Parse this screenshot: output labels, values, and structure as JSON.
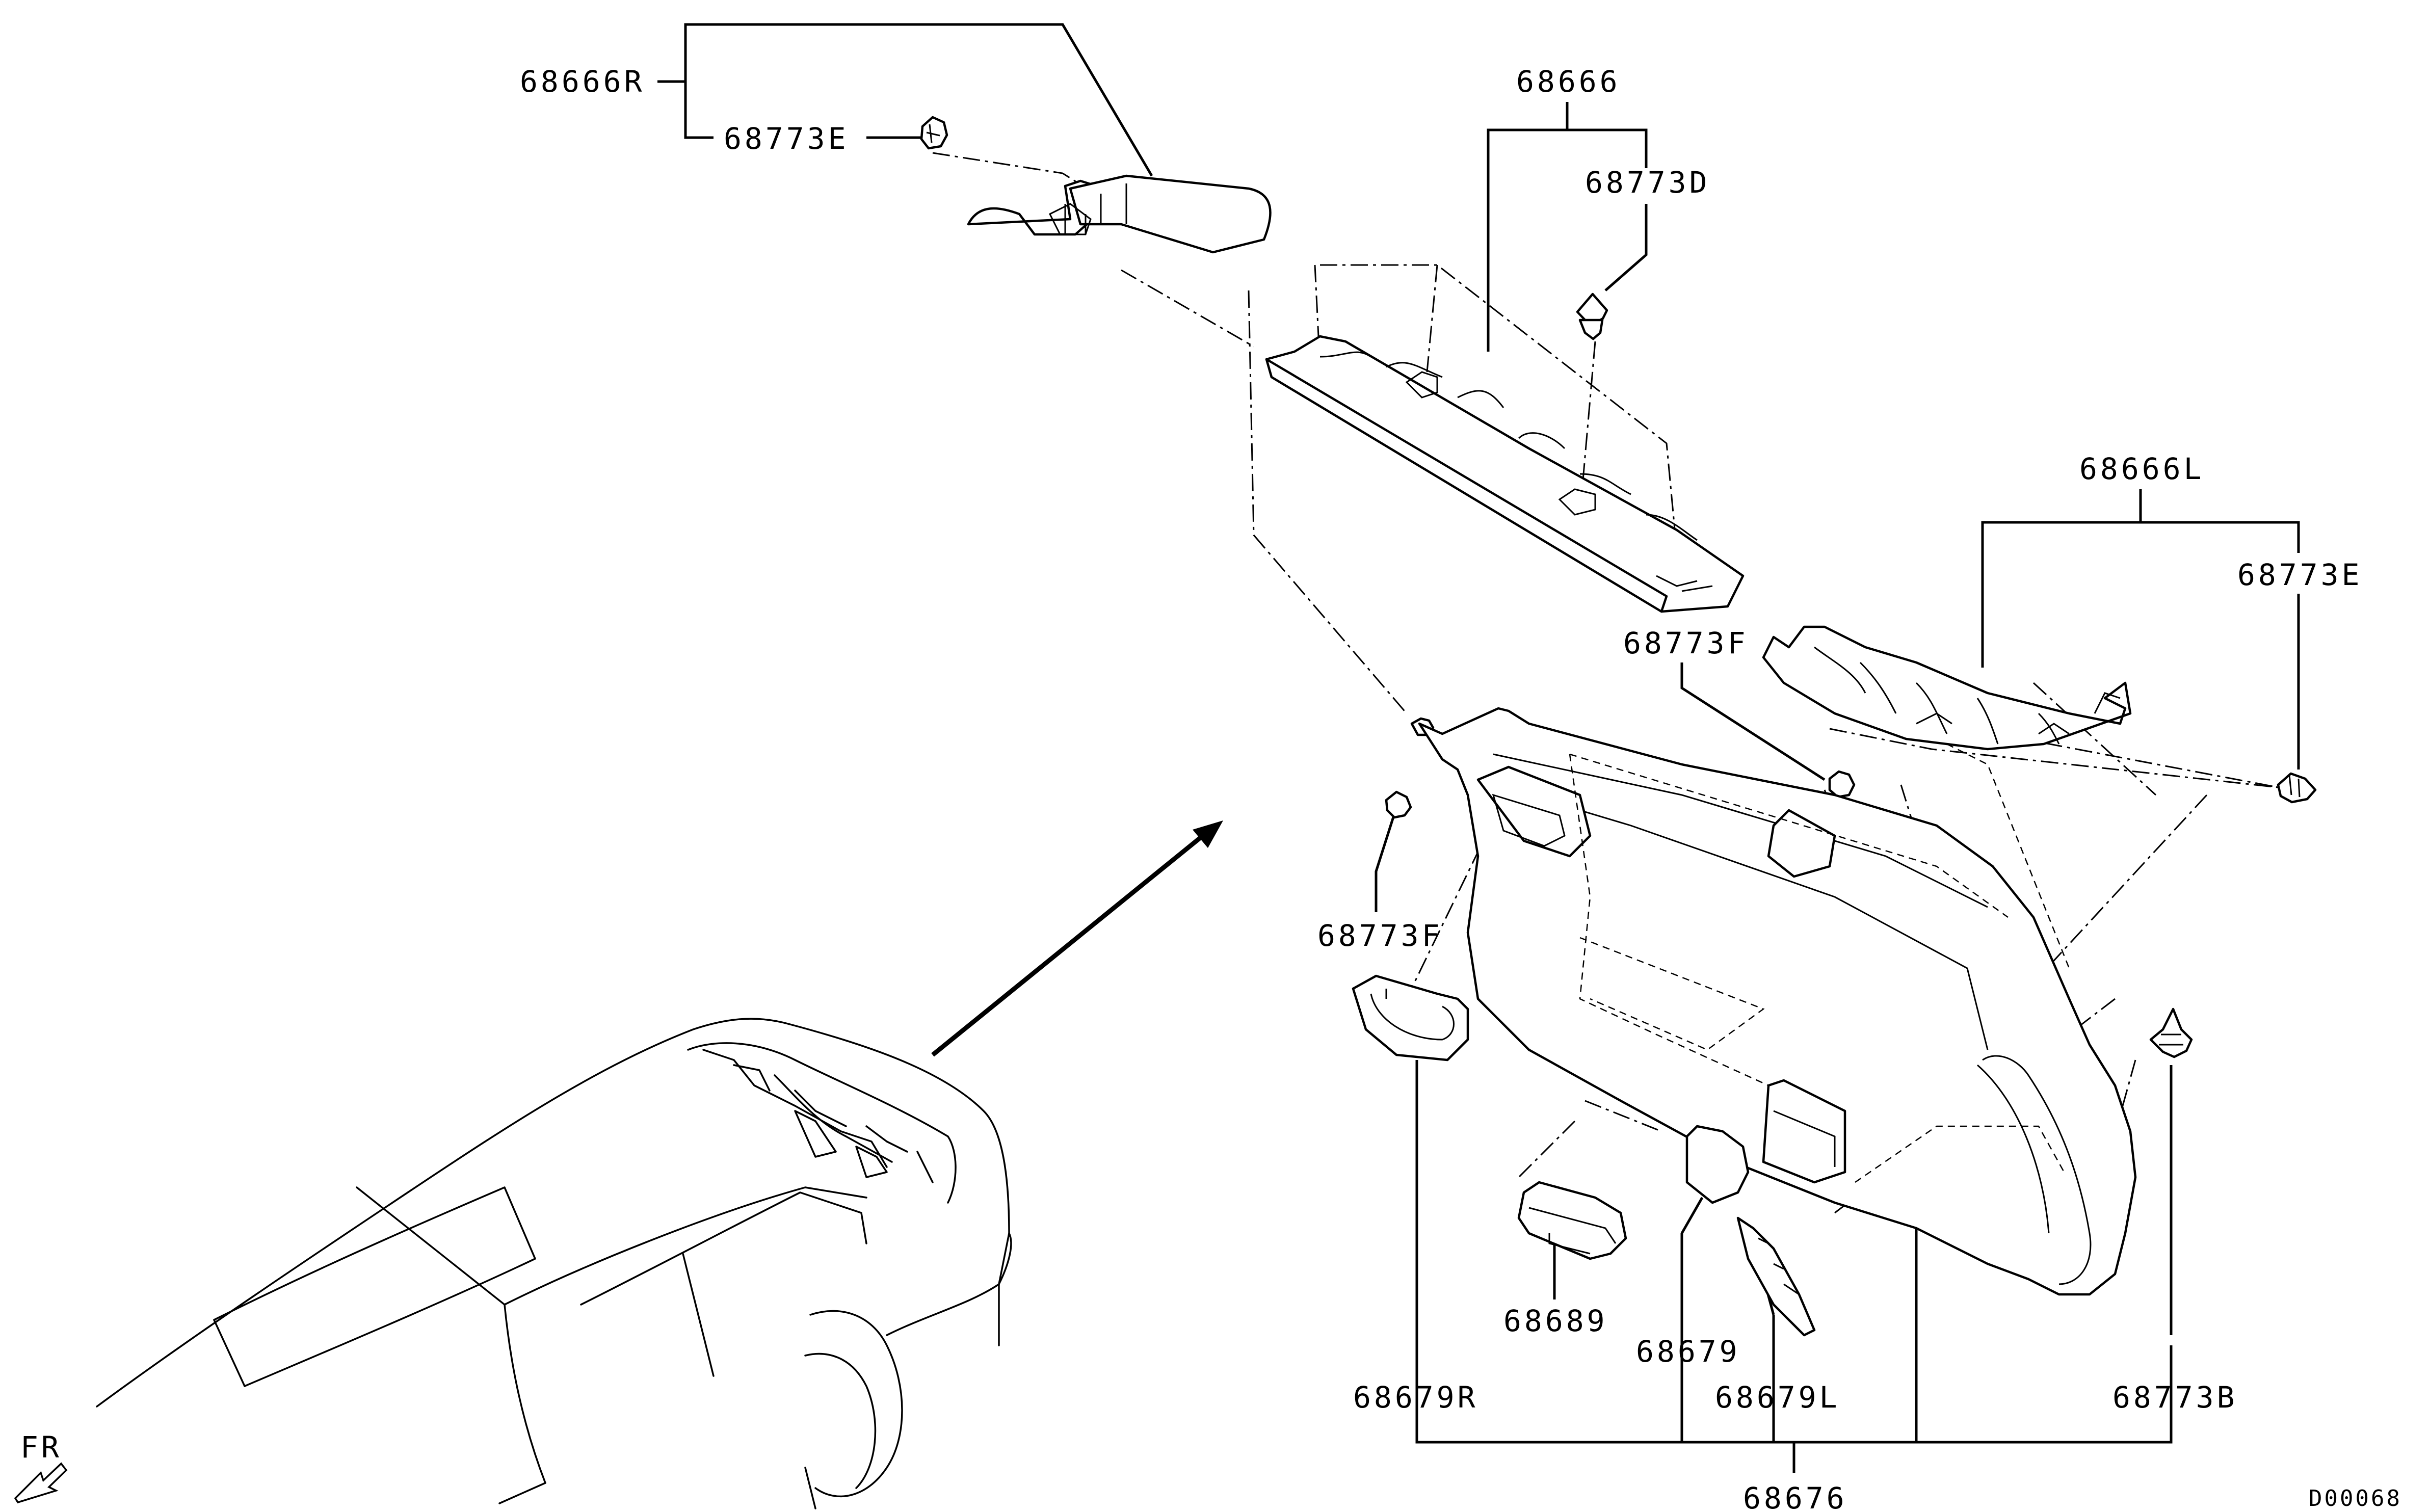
{
  "diagram": {
    "callouts": {
      "c68666R": "68666R",
      "c68773E_top": "68773E",
      "c68666": "68666",
      "c68773D": "68773D",
      "c68666L": "68666L",
      "c68773E_right": "68773E",
      "c68773F_mid": "68773F",
      "c68773F_left": "68773F",
      "c68689": "68689",
      "c68679": "68679",
      "c68679R": "68679R",
      "c68679L": "68679L",
      "c68773B": "68773B",
      "c68676": "68676"
    },
    "front_marker": "FR",
    "drawing_code": "D00068"
  }
}
